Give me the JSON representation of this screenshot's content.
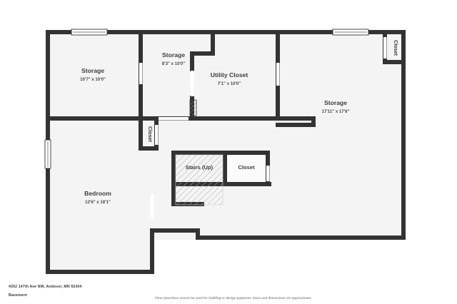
{
  "document": {
    "address": "4352 147th Ave NW, Andover, MN 55304",
    "level": "Basement",
    "disclaimer": "Floor plans/tour cannot be used for building or design purposes. Sizes and dimensions are approximate."
  },
  "colors": {
    "wall": "#333333",
    "floor": "#f4f4f4",
    "page_background": "#ffffff",
    "text": "#3d3d3d",
    "muted_text": "#8a8a8a",
    "window": "#ffffff",
    "hatch": "#9a9a9a"
  },
  "rooms": [
    {
      "id": "storage-left",
      "name": "Storage",
      "dimensions": "10'7\" x 10'0\""
    },
    {
      "id": "storage-middle",
      "name": "Storage",
      "dimensions": "8'3\" x 10'0\""
    },
    {
      "id": "utility-closet",
      "name": "Utility Closet",
      "dimensions": "7'1\" x 10'0\""
    },
    {
      "id": "storage-right",
      "name": "Storage",
      "dimensions": "17'11\" x 17'6\""
    },
    {
      "id": "bedroom",
      "name": "Bedroom",
      "dimensions": "12'6\" x 18'1\""
    },
    {
      "id": "stairs",
      "name": "Stairs (Up)",
      "dimensions": ""
    },
    {
      "id": "closet-center",
      "name": "Closet",
      "dimensions": ""
    },
    {
      "id": "closet-hall",
      "name": "Closet",
      "dimensions": ""
    },
    {
      "id": "closet-topright",
      "name": "Closet",
      "dimensions": ""
    }
  ]
}
